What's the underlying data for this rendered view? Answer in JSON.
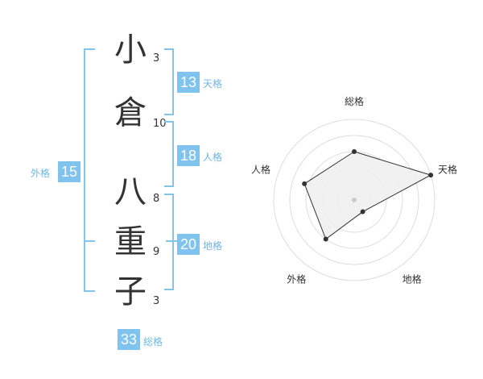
{
  "name": {
    "chars": [
      {
        "char": "小",
        "strokes": "3"
      },
      {
        "char": "倉",
        "strokes": "10"
      },
      {
        "char": "八",
        "strokes": "8"
      },
      {
        "char": "重",
        "strokes": "9"
      },
      {
        "char": "子",
        "strokes": "3"
      }
    ]
  },
  "kaku": {
    "tenkaku": {
      "value": "13",
      "label": "天格"
    },
    "jinkaku": {
      "value": "18",
      "label": "人格"
    },
    "chikaku": {
      "value": "20",
      "label": "地格"
    },
    "gaikaku": {
      "value": "15",
      "label": "外格"
    },
    "soukaku": {
      "value": "33",
      "label": "総格"
    }
  },
  "colors": {
    "accent": "#7fc3ee",
    "bracket": "#82c4ec",
    "label": "#6fb6e4",
    "text": "#333333",
    "radar_fill": "#f0f0f0",
    "grid": "#dddddd"
  },
  "chart_data": {
    "type": "radar",
    "axes": [
      "総格",
      "天格",
      "地格",
      "外格",
      "人格"
    ],
    "values": [
      0.6,
      1.0,
      0.18,
      0.6,
      0.65
    ],
    "range": [
      0,
      1
    ],
    "rings": 5
  }
}
